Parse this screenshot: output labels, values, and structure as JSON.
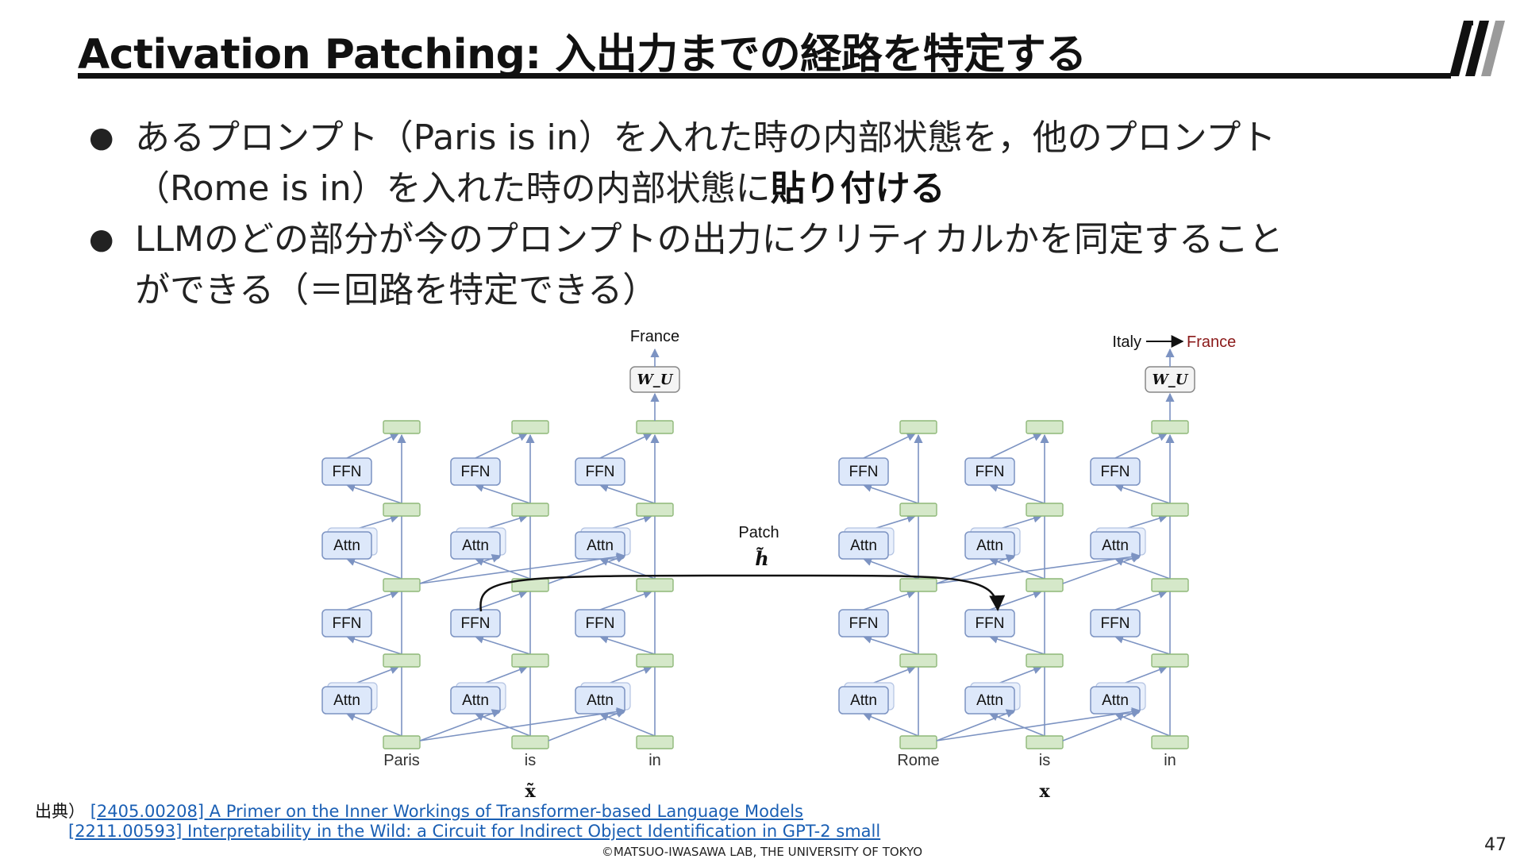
{
  "slide": {
    "title": "Activation Patching: 入出力までの経路を特定する",
    "bullets": [
      {
        "line1": "あるプロンプト（Paris is in）を入れた時の内部状態を，他のプロンプト",
        "line2_plain": "（Rome is in）を入れた時の内部状態に",
        "line2_bold": "貼り付ける"
      },
      {
        "line1": "LLMのどの部分が今のプロンプトの出力にクリティカルかを同定すること",
        "line2_plain": "ができる（＝回路を特定できる）",
        "line2_bold": ""
      }
    ],
    "page_number": "47",
    "copyright": "©MATSUO-IWASAWA LAB, THE UNIVERSITY OF TOKYO"
  },
  "diagram": {
    "left": {
      "tokens": [
        "Paris",
        "is",
        "in"
      ],
      "output": "France",
      "unembed": "W_U",
      "input_label": "x̃"
    },
    "right": {
      "tokens": [
        "Rome",
        "is",
        "in"
      ],
      "output_before": "Italy",
      "output_after": "France",
      "unembed": "W_U",
      "input_label": "x"
    },
    "block_labels": {
      "ffn": "FFN",
      "attn": "Attn"
    },
    "patch_label": "Patch",
    "patch_symbol": "h̃",
    "colors": {
      "block_fill": "#dde8fa",
      "block_stroke": "#7c93c2",
      "residual_fill": "#d5e8c9",
      "patched_stroke": "#a32c2c",
      "output_changed": "#8b1a1a"
    }
  },
  "references": {
    "label": "出典）",
    "items": [
      "[2405.00208] A Primer on the Inner Workings of Transformer-based Language Models",
      "[2211.00593] Interpretability in the Wild: a Circuit for Indirect Object Identification in GPT-2 small"
    ]
  }
}
